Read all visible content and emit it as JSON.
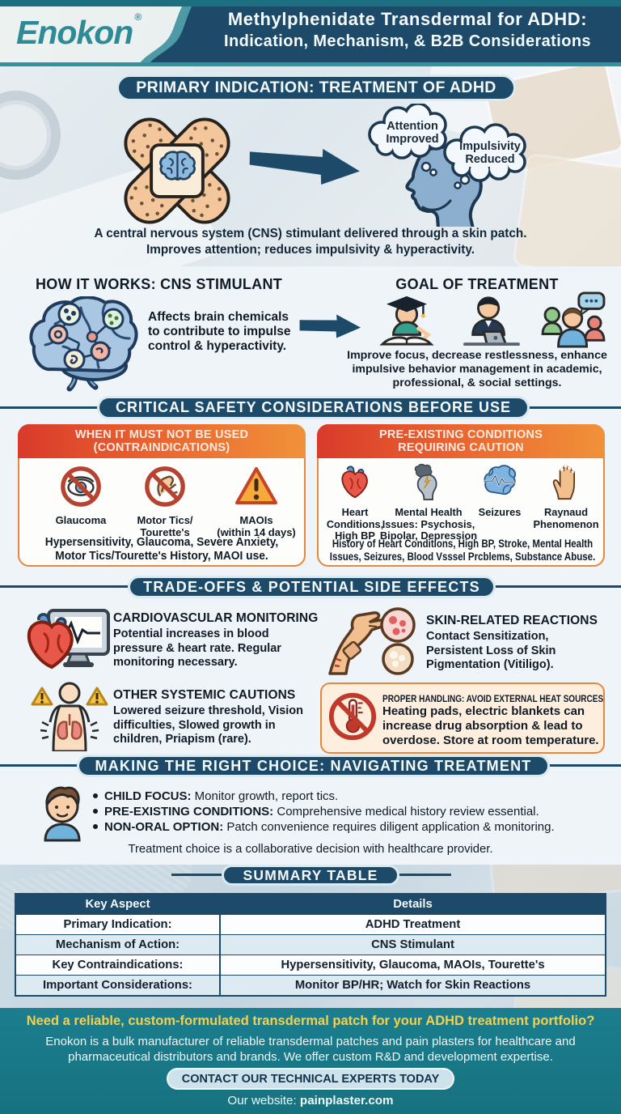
{
  "header": {
    "logo": "Enokon",
    "registered_mark": "®",
    "title_line1": "Methylphenidate Transdermal for ADHD:",
    "title_line2": "Indication, Mechanism, & B2B Considerations"
  },
  "hero": {
    "heading": "PRIMARY INDICATION: TREATMENT OF ADHD",
    "thought_bubble_1": "Attention Improved",
    "thought_bubble_2": "Impulsivity Reduced",
    "caption_line1": "A central nervous system (CNS) stimulant delivered through a skin patch.",
    "caption_line2": "Improves attention; reduces impulsivity & hyperactivity."
  },
  "how_it_works": {
    "heading": "HOW IT WORKS: CNS STIMULANT",
    "text": "Affects brain chemicals to contribute to impulse control & hyperactivity."
  },
  "goal": {
    "heading": "GOAL OF TREATMENT",
    "text": "Improve focus, decrease restlessness, enhance impulsive behavior management in academic, professional, & social settings.",
    "icons": [
      "student-icon",
      "professional-icon",
      "social-icon"
    ]
  },
  "safety": {
    "heading": "CRITICAL SAFETY CONSIDERATIONS BEFORE USE",
    "contraindications": {
      "title_line1": "WHEN IT MUST NOT BE USED",
      "title_line2": "(CONTRAINDICATIONS)",
      "items": [
        {
          "icon": "no-eye-icon",
          "label": "Glaucoma"
        },
        {
          "icon": "no-tics-icon",
          "label": "Motor Tics/ Tourette's"
        },
        {
          "icon": "warning-triangle-icon",
          "label": "MAOIs (within 14 days)"
        }
      ],
      "note": "Hypersensitivity, Glaucoma, Severe Anxiety, Motor Tics/Tourette's History, MAOI use."
    },
    "precautions": {
      "title_line1": "PRE-EXISTING CONDITIONS",
      "title_line2": "REQUIRING CAUTION",
      "items": [
        {
          "icon": "heart-icon",
          "label": "Heart Conditions, High BP"
        },
        {
          "icon": "mental-health-icon",
          "label": "Mental Health Issues: Psychosis, Bipolar, Depression"
        },
        {
          "icon": "seizure-brain-icon",
          "label": "Seizures"
        },
        {
          "icon": "raynaud-hand-icon",
          "label": "Raynaud Phenomenon"
        }
      ],
      "note": "History of Heart Conditions, High BP, Stroke, Mental Health Issues, Seizures, Blood Vsssel Prcblems, Substance Abuse."
    }
  },
  "tradeoffs": {
    "heading": "TRADE-OFFS & POTENTIAL SIDE EFFECTS",
    "items": [
      {
        "icon": "heart-monitor-icon",
        "title": "CARDIOVASCULAR MONITORING",
        "text": "Potential increases in blood pressure & heart rate. Regular monitoring necessary."
      },
      {
        "icon": "skin-reaction-icon",
        "title": "SKIN-RELATED REACTIONS",
        "text": "Contact Sensitization, Persistent Loss of Skin Pigmentation (Vitiligo)."
      },
      {
        "icon": "body-lungs-icon",
        "title": "OTHER SYSTEMIC CAUTIONS",
        "text": "Lowered seizure threshold, Vision difficulties, Slowed growth in children, Priapism (rare)."
      }
    ],
    "handling": {
      "icon": "no-heat-icon",
      "title": "PROPER HANDLING: AVOID EXTERNAL HEAT SOURCES",
      "text": "Heating pads, electric blankets can increase drug absorption & lead to overdose. Store at room temperature."
    }
  },
  "choice": {
    "heading": "MAKING THE RIGHT CHOICE: NAVIGATING TREATMENT",
    "bullets": [
      {
        "label": "CHILD FOCUS:",
        "text": " Monitor growth, report tics."
      },
      {
        "label": "PRE-EXISTING CONDITIONS:",
        "text": " Comprehensive medical history review essential."
      },
      {
        "label": "NON-ORAL OPTION:",
        "text": " Patch convenience requires diligent application & monitoring."
      }
    ],
    "footnote": "Treatment choice is a collaborative decision with healthcare provider."
  },
  "summary": {
    "heading": "SUMMARY TABLE",
    "columns": [
      "Key Aspect",
      "Details"
    ],
    "rows": [
      [
        "Primary Indication:",
        "ADHD Treatment"
      ],
      [
        "Mechanism of Action:",
        "CNS Stimulant"
      ],
      [
        "Key Contraindications:",
        "Hypersensitivity, Glaucoma, MAOIs, Tourette's"
      ],
      [
        "Important Considerations:",
        "Monitor BP/HR; Watch for Skin Reactions"
      ]
    ]
  },
  "footer": {
    "headline": "Need a reliable, custom-formulated transdermal patch for your ADHD treatment portfolio?",
    "body": "Enokon is a bulk manufacturer of reliable transdermal patches and pain plasters for healthcare and pharmaceutical distributors and brands. We offer custom R&D and development expertise.",
    "button": "CONTACT OUR TECHNICAL EXPERTS TODAY",
    "website_label": "Our website:",
    "website": "painplaster.com"
  },
  "colors": {
    "navy": "#1d4a68",
    "teal": "#2f93a0",
    "teal_dark": "#1b6f80",
    "footer_teal": "#18798a",
    "accent_orange": "#e8873c",
    "card_header_gradient_left": "#da392b",
    "card_header_gradient_right": "#f0923a",
    "yellow": "#f7d04a",
    "light_blue_section": "#e2edf2",
    "white_section": "#f3f8fa"
  }
}
